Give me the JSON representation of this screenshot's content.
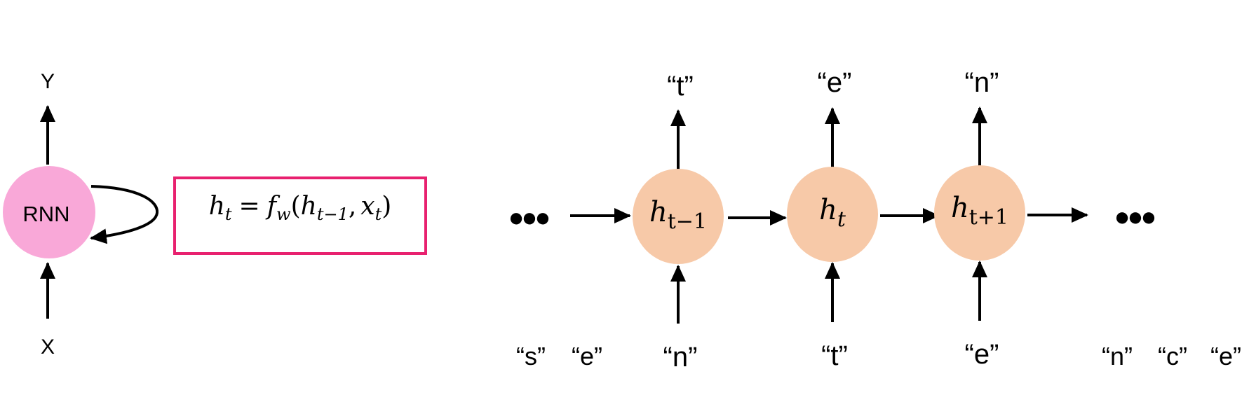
{
  "colors": {
    "rnn_node": "#f9a8d8",
    "hidden_node": "#f7c9a8",
    "equation_border": "#e8216f",
    "ink": "#000000"
  },
  "left_diagram": {
    "output_label": "Y",
    "input_label": "X",
    "node_label": "RNN",
    "equation": {
      "lhs_h": "h",
      "lhs_sub": "t",
      "equals": "=",
      "f": "f",
      "f_sub": "w",
      "open": "(",
      "h": "h",
      "h_sub": "t−1",
      "comma": ",",
      "x": "x",
      "x_sub": "t",
      "close": ")"
    }
  },
  "unrolled": {
    "leading_ellipsis": "●●●",
    "trailing_ellipsis": "●●●",
    "nodes": [
      {
        "h": "h",
        "sub": "t−1",
        "output": "“t”",
        "input": "“n”"
      },
      {
        "h": "h",
        "sub": "t",
        "output": "“e”",
        "input": "“t”"
      },
      {
        "h": "h",
        "sub": "t+1",
        "output": "“n”",
        "input": "“e”"
      }
    ],
    "previous_inputs": [
      "“s”",
      "“e”"
    ],
    "next_inputs": [
      "“n”",
      "“c”",
      "“e”"
    ]
  }
}
